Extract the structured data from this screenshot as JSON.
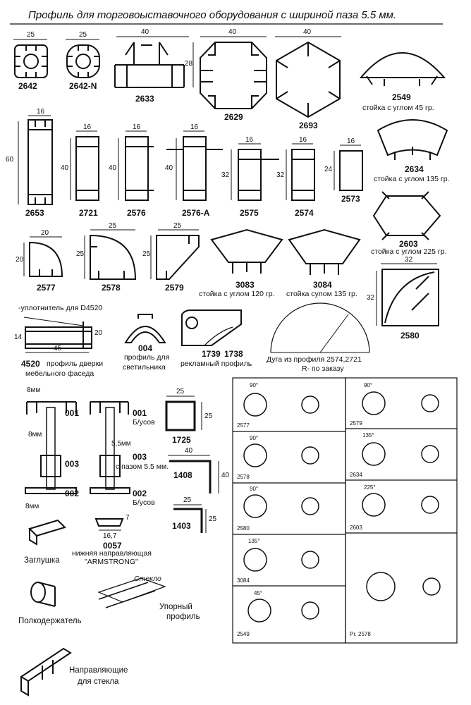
{
  "header": {
    "title": "Профиль для торговоыставочного оборудования с шириной паза 5.5 мм."
  },
  "row1": {
    "p2642": {
      "code": "2642",
      "dim": "25"
    },
    "p2642n": {
      "code": "2642-N",
      "dim": "25"
    },
    "p2633": {
      "code": "2633",
      "dim_w": "40",
      "dim_h": "28"
    },
    "p2629": {
      "code": "2629",
      "dim": "40"
    },
    "p2693": {
      "code": "2693",
      "dim": "40"
    },
    "p2549": {
      "code": "2549",
      "caption": "стойка с углом 45 гр."
    }
  },
  "row2": {
    "p2653": {
      "code": "2653",
      "dim_w": "16",
      "dim_h": "60"
    },
    "p2721": {
      "code": "2721",
      "dim_w": "16",
      "dim_h": "40"
    },
    "p2576": {
      "code": "2576",
      "dim_w": "16",
      "dim_h": "40"
    },
    "p2576a": {
      "code": "2576-A",
      "dim_w": "16",
      "dim_h": "40"
    },
    "p2575": {
      "code": "2575",
      "dim_w": "16",
      "dim_h": "32"
    },
    "p2574": {
      "code": "2574",
      "dim_w": "16",
      "dim_h": "32"
    },
    "p2573": {
      "code": "2573",
      "dim_w": "16",
      "dim_h": "24"
    },
    "p2634": {
      "code": "2634",
      "caption": "стойка с углом 135 гр."
    },
    "p2603": {
      "code": "2603",
      "caption": "стойка с углом 225 гр."
    }
  },
  "row3": {
    "p2577": {
      "code": "2577",
      "dim": "20"
    },
    "p2578": {
      "code": "2578",
      "dim": "25"
    },
    "p2579": {
      "code": "2579",
      "dim": "25"
    },
    "p3083": {
      "code": "3083",
      "caption": "стойка с углом 120 гр."
    },
    "p3084": {
      "code": "3084",
      "caption": "стойка сулом 135 гр."
    },
    "p2580": {
      "code": "2580",
      "dim": "32"
    }
  },
  "row4": {
    "seal_note": "-уплотнитель для D4520",
    "p4520": {
      "code": "4520",
      "caption_a": "профиль дверки",
      "caption_b": "мебельного фаседа",
      "dim_w": "45",
      "dim_h1": "14",
      "dim_h2": "20"
    },
    "p004": {
      "code": "004",
      "caption_a": "профиль для",
      "caption_b": "светильника"
    },
    "p1739": {
      "code": "1739",
      "code2": "1738",
      "caption": "рекламный профиль"
    },
    "arc": {
      "caption_a": "Дуга из профиля 2574,2721",
      "caption_b": "R- по заказу"
    }
  },
  "row5": {
    "dims": {
      "a": "8мм",
      "b": "8мм",
      "c": "8мм",
      "slot": "5,5мм"
    },
    "p001": {
      "code": "001",
      "code_b": "001",
      "caption_b": "Б/усов"
    },
    "p003": {
      "code": "003",
      "code_b": "003",
      "caption_b": "с пазом 5.5 мм."
    },
    "p002": {
      "code": "002",
      "code_b": "002",
      "caption_b": "Б/усов"
    },
    "p0057": {
      "code": "0057",
      "caption_a": "нижняя направляющая",
      "caption_b": "\"ARMSTRONG\"",
      "dim_w": "16,7",
      "dim_h": "7"
    },
    "p1725": {
      "code": "1725",
      "dim": "25"
    },
    "p1408": {
      "code": "1408",
      "dim_w": "40",
      "dim_h": "40"
    },
    "p1403": {
      "code": "1403",
      "dim_w": "25",
      "dim_h": "25"
    }
  },
  "accessories": {
    "cap": "Заглушка",
    "shelf": "Полкодержатель",
    "stop": "Упорный",
    "stop_b": "профиль",
    "glass": "Стекло",
    "guides": "Направляющие",
    "guides_b": "для стекла"
  },
  "panels": {
    "left": [
      {
        "code": "2577",
        "angle": "90°"
      },
      {
        "code": "2578",
        "angle": "90°"
      },
      {
        "code": "2580",
        "angle": "90°"
      },
      {
        "code": "3084",
        "angle": "135°"
      },
      {
        "code": "2549",
        "angle": "45°"
      }
    ],
    "right": [
      {
        "code": "2579",
        "angle": "90°"
      },
      {
        "code": "2634",
        "angle": "135°"
      },
      {
        "code": "2603",
        "angle": "225°"
      },
      {
        "code": "Pr. 2578",
        "angle": ""
      }
    ]
  }
}
